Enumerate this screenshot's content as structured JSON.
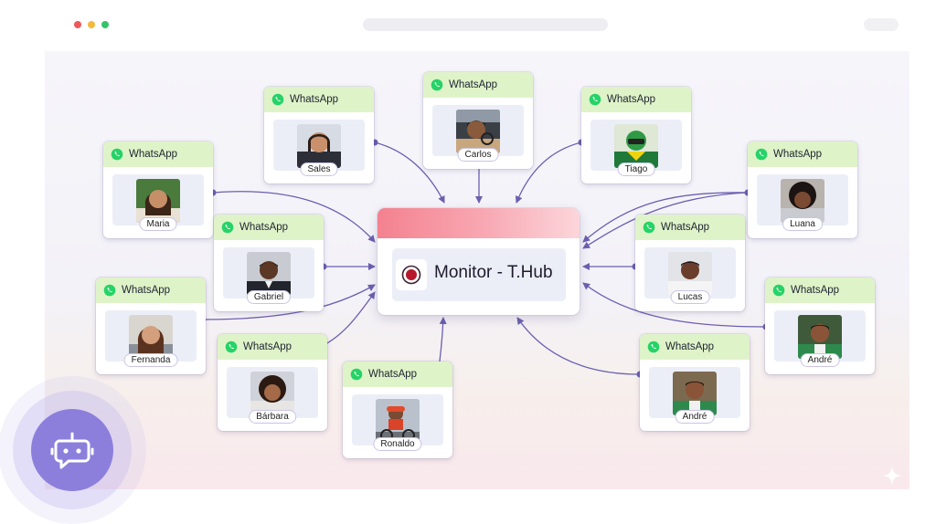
{
  "monitor": {
    "title": "Monitor - T.Hub"
  },
  "colors": {
    "accent": "#6b5fb0",
    "card_header": "#dff3c9",
    "whatsapp_green": "#25d366",
    "monitor_header": "#f4818f",
    "bot_button": "#8c7fdc"
  },
  "cards": [
    {
      "app": "WhatsApp",
      "name": "Sales"
    },
    {
      "app": "WhatsApp",
      "name": "Carlos"
    },
    {
      "app": "WhatsApp",
      "name": "Tiago"
    },
    {
      "app": "WhatsApp",
      "name": "Maria"
    },
    {
      "app": "WhatsApp",
      "name": "Luana"
    },
    {
      "app": "WhatsApp",
      "name": "Gabriel"
    },
    {
      "app": "WhatsApp",
      "name": "Lucas"
    },
    {
      "app": "WhatsApp",
      "name": "Fernanda"
    },
    {
      "app": "WhatsApp",
      "name": "André"
    },
    {
      "app": "WhatsApp",
      "name": "Bárbara"
    },
    {
      "app": "WhatsApp",
      "name": "André"
    },
    {
      "app": "WhatsApp",
      "name": "Ronaldo"
    }
  ],
  "icons": {
    "window_controls": [
      "close-dot",
      "minimize-dot",
      "maximize-dot"
    ],
    "card": "whatsapp-icon",
    "monitor": "record-icon",
    "fab": "bot-icon"
  }
}
